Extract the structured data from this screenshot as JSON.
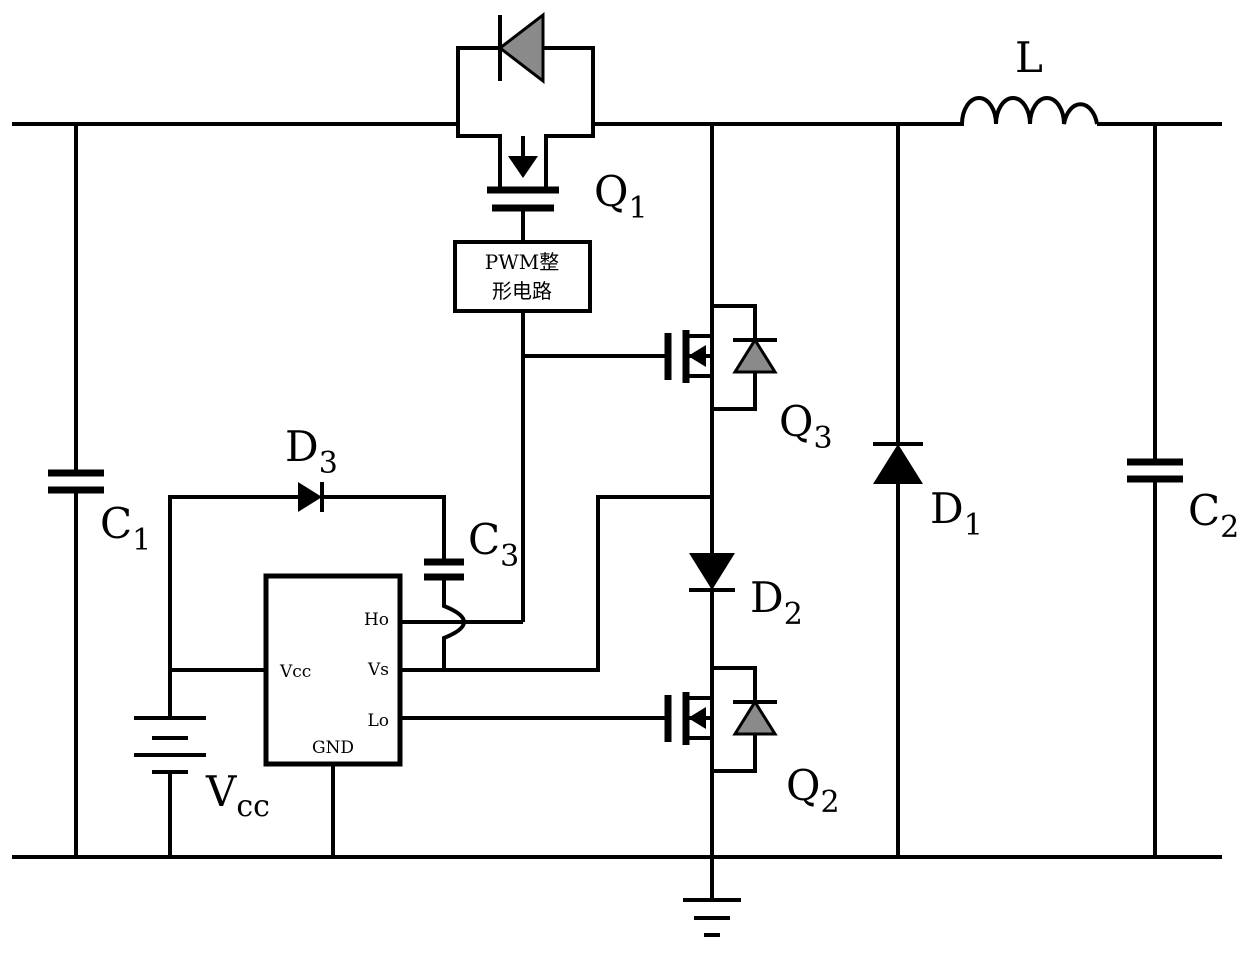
{
  "labels": {
    "q1": {
      "main": "Q",
      "sub": "1"
    },
    "q2": {
      "main": "Q",
      "sub": "2"
    },
    "q3": {
      "main": "Q",
      "sub": "3"
    },
    "d1": {
      "main": "D",
      "sub": "1"
    },
    "d2": {
      "main": "D",
      "sub": "2"
    },
    "d3": {
      "main": "D",
      "sub": "3"
    },
    "c1": {
      "main": "C",
      "sub": "1"
    },
    "c2": {
      "main": "C",
      "sub": "2"
    },
    "c3": {
      "main": "C",
      "sub": "3"
    },
    "inductor": "L",
    "vcc": {
      "main": "V",
      "sub": "cc"
    }
  },
  "pwm_block": {
    "line1": "PWM整",
    "line2": "形电路"
  },
  "driver_ic": {
    "ho": "Ho",
    "vs": "Vs",
    "lo": "Lo",
    "vcc": "Vcc",
    "gnd": "GND"
  },
  "colors": {
    "wire": "#000000",
    "diode_gray": "#8a8a8a"
  }
}
